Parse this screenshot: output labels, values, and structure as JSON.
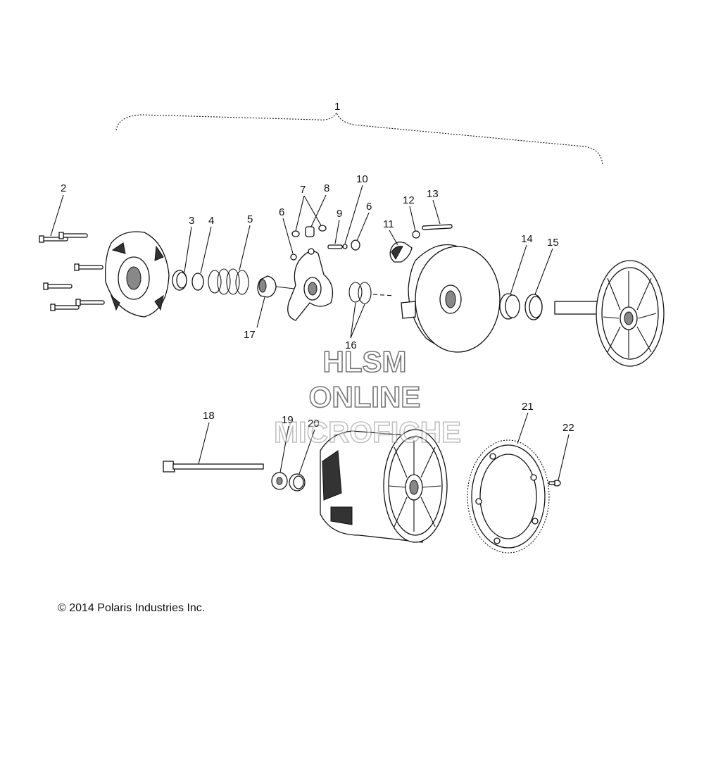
{
  "diagram": {
    "callouts": [
      "1",
      "2",
      "3",
      "4",
      "5",
      "6",
      "7",
      "8",
      "9",
      "10",
      "6",
      "11",
      "12",
      "13",
      "14",
      "15",
      "16",
      "17",
      "18",
      "19",
      "20",
      "21",
      "22"
    ]
  },
  "watermark": {
    "line1": "HLSM",
    "line2": "ONLINE",
    "line3": "MICROFICHE"
  },
  "copyright": "© 2014 Polaris Industries Inc."
}
